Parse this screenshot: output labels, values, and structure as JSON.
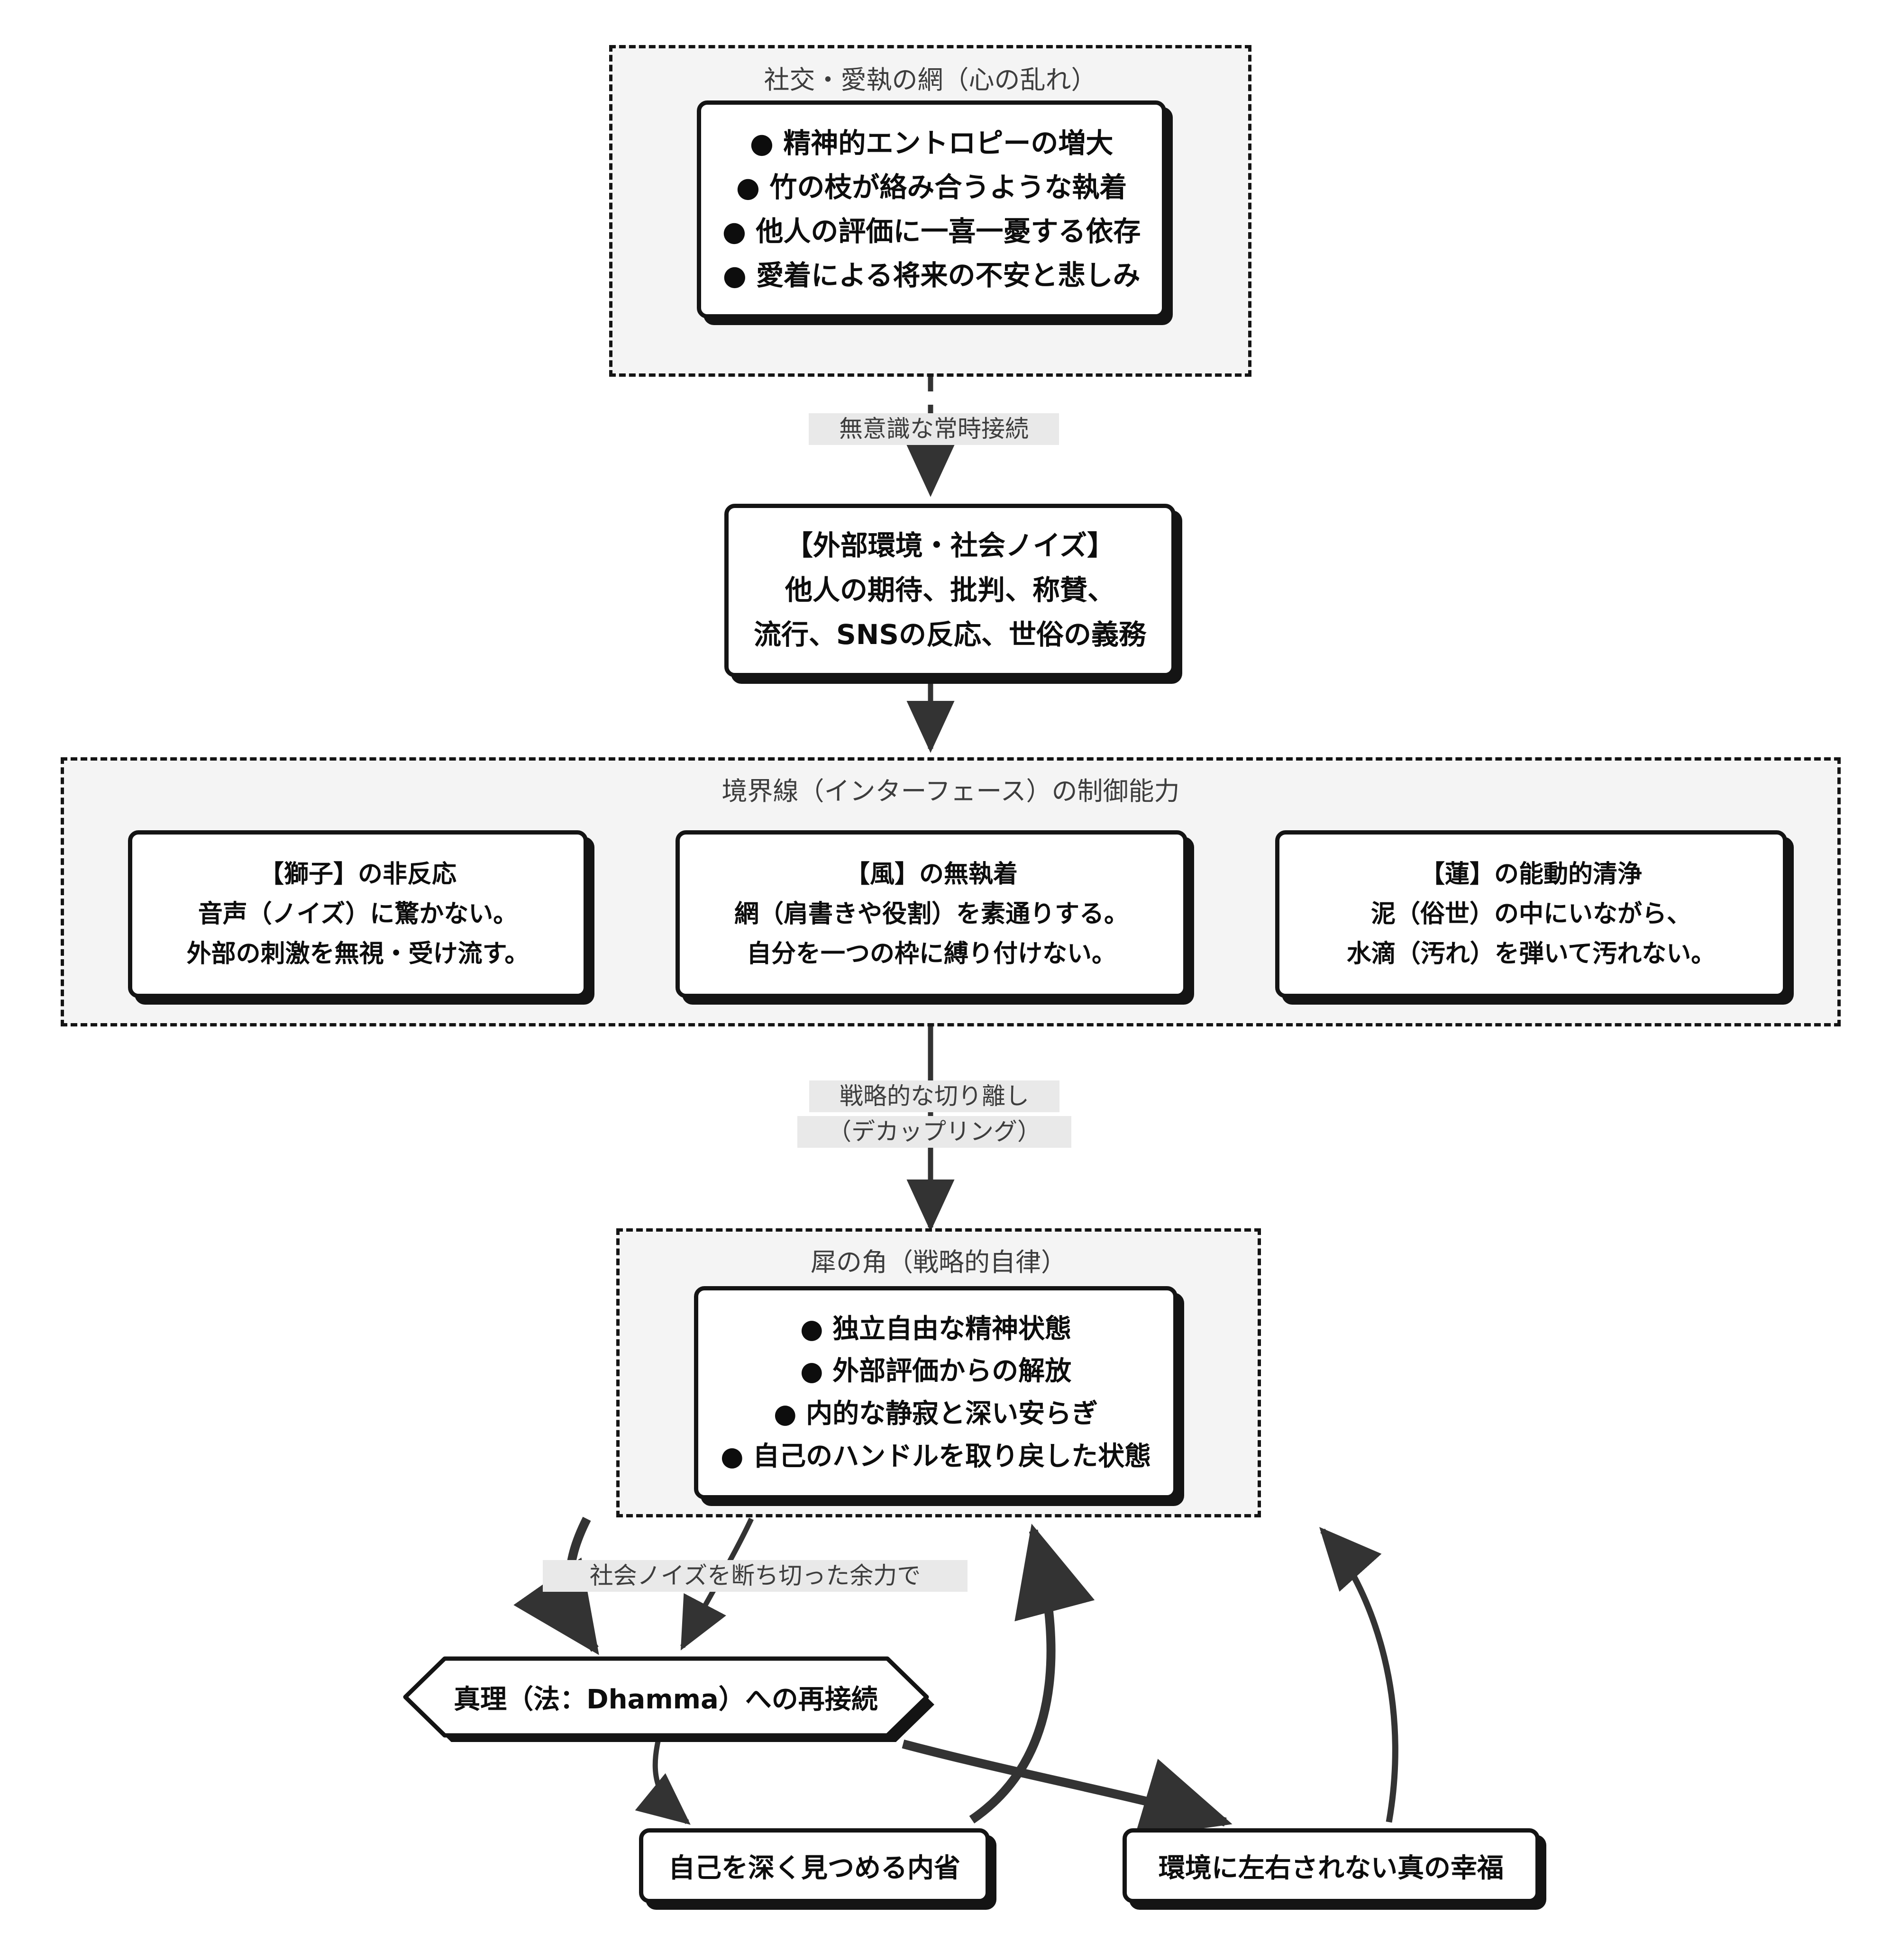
{
  "diagram": {
    "type": "flowchart",
    "direction": "top-to-bottom",
    "subgraphs": [
      {
        "id": "net",
        "title": "社交・愛執の網（心の乱れ）"
      },
      {
        "id": "boundary",
        "title": "境界線（インターフェース）の制御能力"
      },
      {
        "id": "horn",
        "title": "犀の角（戦略的自律）"
      }
    ]
  },
  "nodes": {
    "attachment_net": {
      "lines": [
        "● 精神的エントロピーの増大",
        "● 竹の枝が絡み合うような執着",
        "● 他人の評価に一喜一憂する依存",
        "● 愛着による将来の不安と悲しみ"
      ]
    },
    "external_noise": {
      "lines": [
        "【外部環境・社会ノイズ】",
        "他人の期待、批判、称賛、",
        "流行、SNSの反応、世俗の義務"
      ]
    },
    "lion": {
      "lines": [
        "【獅子】の非反応",
        "音声（ノイズ）に驚かない。",
        "外部の刺激を無視・受け流す。"
      ]
    },
    "wind": {
      "lines": [
        "【風】の無執着",
        "網（肩書きや役割）を素通りする。",
        "自分を一つの枠に縛り付けない。"
      ]
    },
    "lotus": {
      "lines": [
        "【蓮】の能動的清浄",
        "泥（俗世）の中にいながら、",
        "水滴（汚れ）を弾いて汚れない。"
      ]
    },
    "rhino_horn": {
      "lines": [
        "● 独立自由な精神状態",
        "● 外部評価からの解放",
        "● 内的な静寂と深い安らぎ",
        "● 自己のハンドルを取り戻した状態"
      ]
    },
    "dhamma": {
      "label": "真理（法：Dhamma）への再接続"
    },
    "introspection": {
      "label": "自己を深く見つめる内省"
    },
    "true_happiness": {
      "label": "環境に左右されない真の幸福"
    }
  },
  "edge_labels": {
    "unconscious_connection": "無意識な常時接続",
    "decoupling_line1": "戦略的な切り離し",
    "decoupling_line2": "（デカップリング）",
    "social_noise_cut": "社会ノイズを断ち切った余力で"
  },
  "colors": {
    "stroke": "#141414",
    "edge_stroke": "#333333",
    "node_fill": "#ffffff",
    "subgraph_fill": "#f4f4f4",
    "subgraph_title": "#3d3d3d",
    "label_bg": "#e9e9e9",
    "text": "#0d0d0d",
    "page_bg": "#ffffff"
  }
}
